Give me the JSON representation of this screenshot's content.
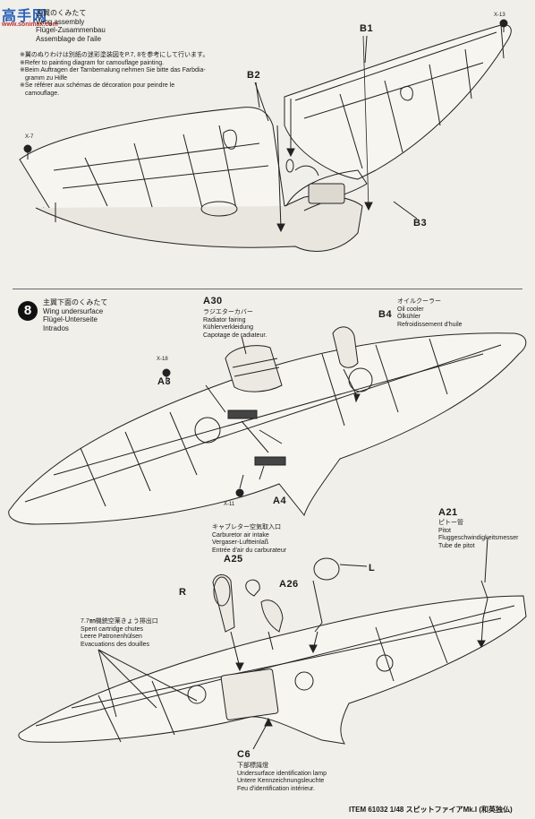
{
  "watermark": {
    "logo": "高手网",
    "url": "www.sonimax.com"
  },
  "step7": {
    "title_lines": [
      "主翼のくみたて",
      "Wing assembly",
      "Flügel-Zusammenbau",
      "Assemblage de l'aile"
    ],
    "notes": [
      "※翼のぬりわけは別紙の迷彩塗装図をP.7, 8を参考にして行います。",
      "※Refer to painting diagram for camouflage painting.",
      "※Beim Auftragen der Tarnbemalung nehmen Sie bitte das Farbdia-",
      "gramm zu Hilfe",
      "※Se référer aux schémas de décoration pour peindre le",
      "camouflage."
    ],
    "parts": {
      "b1": "B1",
      "b2": "B2",
      "b3": "B3",
      "x7": "X-7",
      "x13": "X-13"
    }
  },
  "step8": {
    "number": "8",
    "title_lines": [
      "主翼下面のくみたて",
      "Wing undersurface",
      "Flügel-Unterseite",
      "Intrados"
    ],
    "a30": {
      "label": "A30",
      "lines": [
        "ラジエターカバー",
        "Radiator fairing",
        "Kühlerverkleidung",
        "Capotage de radiateur."
      ]
    },
    "b4": {
      "label": "B4",
      "lines": [
        "オイルクーラー",
        "Oil cooler",
        "Ölkühler",
        "Refroidissement d'huile"
      ]
    },
    "a3": "A3",
    "a4": "A4",
    "x18": "X-18",
    "x11": "X-11",
    "carb": {
      "lines": [
        "キャブレター空気取入口",
        "Carburetor air intake",
        "Vergaser-Luftteinlaß",
        "Entrée d'air du carburateur"
      ]
    },
    "a25": "A25",
    "a26": "A26",
    "r": "R",
    "l": "L",
    "a21": {
      "label": "A21",
      "lines": [
        "ピトー管",
        "Pitot",
        "Fluggeschwindigkeitsmesser",
        "Tube de pitot"
      ]
    },
    "chutes": {
      "lines": [
        "7.7㎜機銃空薬きょう排出口",
        "Spent cartridge chutes",
        "Leere Patronenhülsen",
        "Evacuations des douilles"
      ]
    },
    "c6": {
      "label": "C6",
      "lines": [
        "下部標識燈",
        "Undersurface identification lamp",
        "Untere Kennzeichnungsleuchte",
        "Feu d'identification intérieur."
      ]
    }
  },
  "footer": {
    "text": "ITEM 61032  1/48 スピットファイアMk.I (和英独仏)"
  }
}
